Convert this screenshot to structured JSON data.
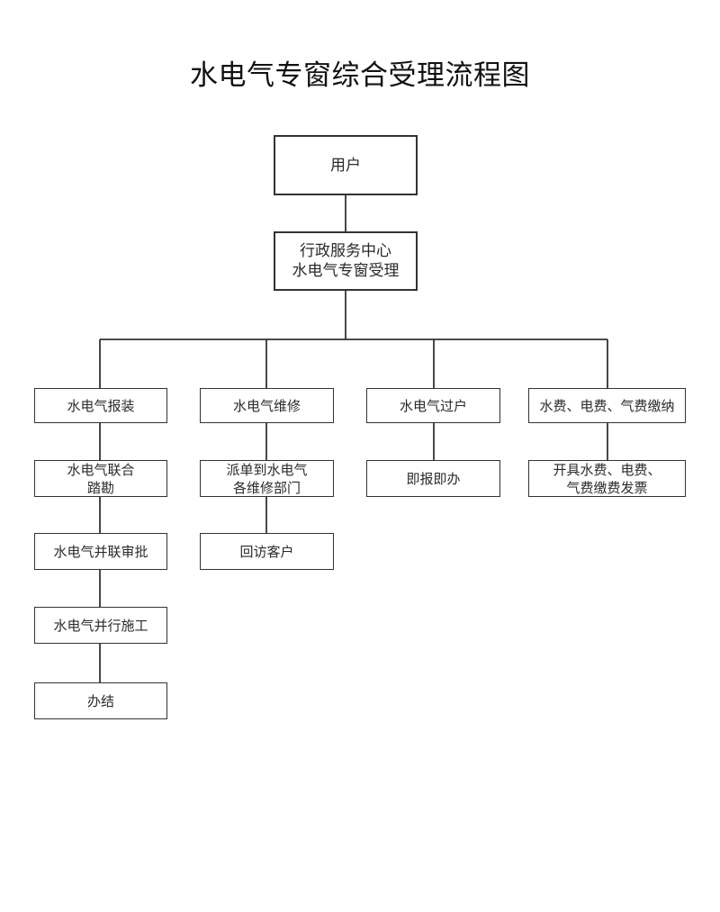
{
  "title": "水电气专窗综合受理流程图",
  "nodes": {
    "user": "用户",
    "center": "行政服务中心\n水电气专窗受理",
    "install": "水电气报装",
    "survey": "水电气联合\n踏勘",
    "approve": "水电气并联审批",
    "construct": "水电气并行施工",
    "complete": "办结",
    "repair": "水电气维修",
    "dispatch": "派单到水电气\n各维修部门",
    "revisit": "回访客户",
    "transfer": "水电气过户",
    "instant": "即报即办",
    "payment": "水费、电费、气费缴纳",
    "invoice": "开具水费、电费、\n气费缴费发票"
  }
}
